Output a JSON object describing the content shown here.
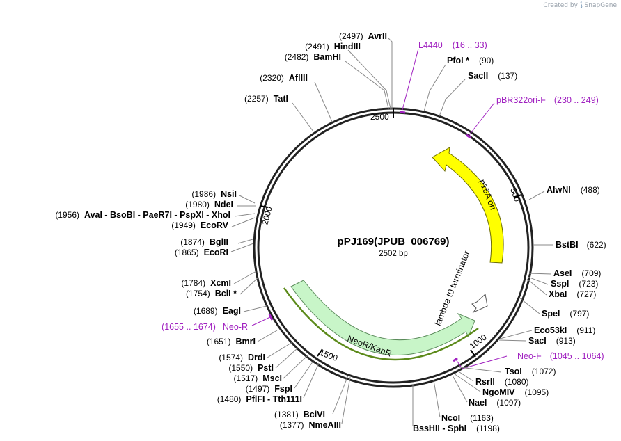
{
  "credit": {
    "prefix": "Created by",
    "brand": "SnapGene"
  },
  "plasmid": {
    "name": "pPJ169(JPUB_006769)",
    "size_label": "2502 bp"
  },
  "ticks": [
    "2500",
    "500",
    "1000",
    "1500",
    "2000"
  ],
  "features": [
    {
      "name": "p15A ori",
      "color": "#ffff00",
      "stroke": "#6b6b00"
    },
    {
      "name": "lambda t0 terminator",
      "color": "#ffffff",
      "stroke": "#555555"
    },
    {
      "name": "NeoR/KanR",
      "color": "#c8f5c8",
      "stroke": "#5a8a5a"
    }
  ],
  "primer_color": "#a020c0",
  "primers": [
    {
      "name": "L4440",
      "range": "(16 .. 33)"
    },
    {
      "name": "pBR322ori-F",
      "range": "(230 .. 249)"
    },
    {
      "name": "Neo-F",
      "range": "(1045 .. 1064)"
    },
    {
      "name": "Neo-R",
      "range": "(1655 .. 1674)"
    }
  ],
  "sites": [
    {
      "name": "AvrII",
      "pos": "(2497)"
    },
    {
      "name": "HindIII",
      "pos": "(2491)"
    },
    {
      "name": "BamHI",
      "pos": "(2482)"
    },
    {
      "name": "AflIII",
      "pos": "(2320)"
    },
    {
      "name": "TatI",
      "pos": "(2257)"
    },
    {
      "name": "PfoI *",
      "pos": "(90)"
    },
    {
      "name": "SacII",
      "pos": "(137)"
    },
    {
      "name": "AlwNI",
      "pos": "(488)"
    },
    {
      "name": "BstBI",
      "pos": "(622)"
    },
    {
      "name": "AseI",
      "pos": "(709)"
    },
    {
      "name": "SspI",
      "pos": "(723)"
    },
    {
      "name": "XbaI",
      "pos": "(727)"
    },
    {
      "name": "SpeI",
      "pos": "(797)"
    },
    {
      "name": "Eco53kI",
      "pos": "(911)"
    },
    {
      "name": "SacI",
      "pos": "(913)"
    },
    {
      "name": "TsoI",
      "pos": "(1072)"
    },
    {
      "name": "RsrII",
      "pos": "(1080)"
    },
    {
      "name": "NgoMIV",
      "pos": "(1095)"
    },
    {
      "name": "NaeI",
      "pos": "(1097)"
    },
    {
      "name": "NcoI",
      "pos": "(1163)"
    },
    {
      "name": "BssHII - SphI",
      "pos": "(1198)"
    },
    {
      "name": "NsiI",
      "pos": "(1986)"
    },
    {
      "name": "NdeI",
      "pos": "(1980)"
    },
    {
      "name": "AvaI - BsoBI - PaeR7I - PspXI - XhoI",
      "pos": "(1956)"
    },
    {
      "name": "EcoRV",
      "pos": "(1949)"
    },
    {
      "name": "BglII",
      "pos": "(1874)"
    },
    {
      "name": "EcoRI",
      "pos": "(1865)"
    },
    {
      "name": "XcmI",
      "pos": "(1784)"
    },
    {
      "name": "BclI *",
      "pos": "(1754)"
    },
    {
      "name": "EagI",
      "pos": "(1689)"
    },
    {
      "name": "BmrI",
      "pos": "(1651)"
    },
    {
      "name": "DrdI",
      "pos": "(1574)"
    },
    {
      "name": "PstI",
      "pos": "(1550)"
    },
    {
      "name": "MscI",
      "pos": "(1517)"
    },
    {
      "name": "FspI",
      "pos": "(1497)"
    },
    {
      "name": "PflFI - Tth111I",
      "pos": "(1480)"
    },
    {
      "name": "BciVI",
      "pos": "(1381)"
    },
    {
      "name": "NmeAIII",
      "pos": "(1377)"
    }
  ]
}
